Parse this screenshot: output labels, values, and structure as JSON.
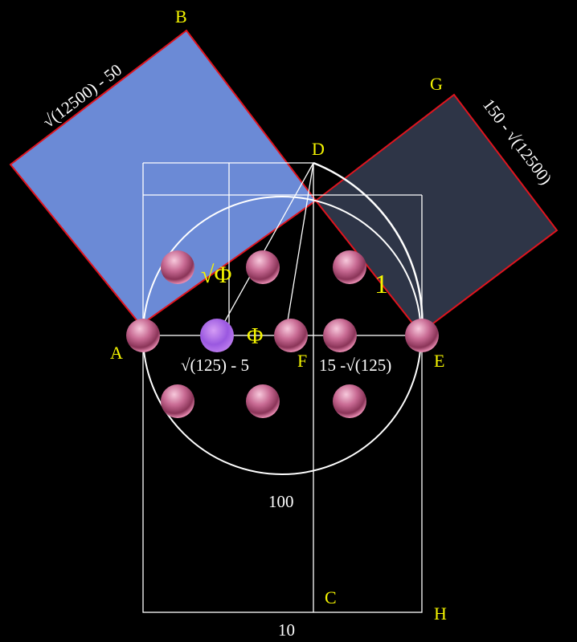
{
  "points": {
    "A": "A",
    "B": "B",
    "C": "C",
    "D": "D",
    "E": "E",
    "F": "F",
    "G": "G",
    "H": "H"
  },
  "labels": {
    "blue_side": "√(12500) - 50",
    "dark_side": "150 - √(12500)",
    "sqrt_phi": "√Φ",
    "phi": "Φ",
    "one": "1",
    "af_segment": "√(125) - 5",
    "fe_segment": "15 -√(125)",
    "height": "100",
    "width": "10"
  },
  "colors": {
    "blue_square": "#6b8ad6",
    "dark_square": "#2e3547",
    "edge": "#e0141e",
    "label": "#f5f500",
    "sphere": "#e58fb5",
    "sphere_highlight": "#a060e8"
  }
}
